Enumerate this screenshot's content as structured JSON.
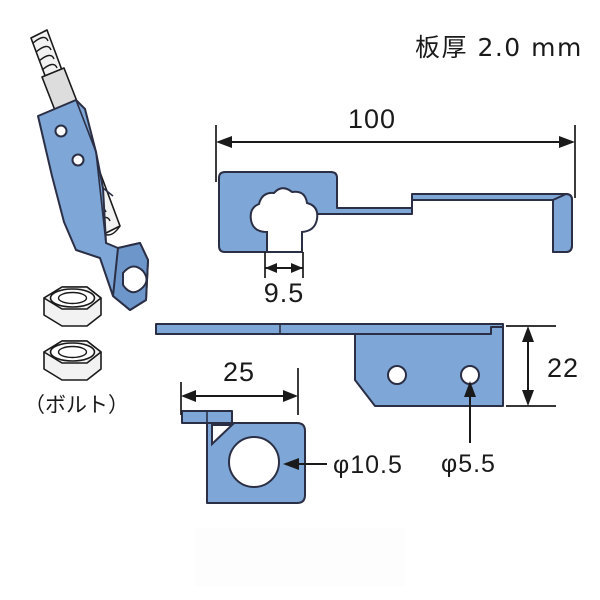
{
  "drawing": {
    "title_note": "板厚 2.0 mm",
    "note_label": "板厚",
    "note_value": "2.0",
    "note_unit": "mm",
    "background_color": "#ffffff",
    "part_color": "#7ea6d6",
    "outline_color": "#2b2f45",
    "metal_color": "#f2f2f2"
  },
  "dimensions": {
    "overall_length": "100",
    "slot_width": "9.5",
    "tab_length": "25",
    "height": "22",
    "large_hole": "φ10.5",
    "small_hole": "φ5.5"
  },
  "labels": {
    "bolt": "（ボルト）"
  },
  "views": {
    "isometric": {
      "name": "isometric-assembly",
      "components": [
        "bracket",
        "threaded-rod",
        "hex-nut",
        "hex-nut"
      ]
    },
    "top": {
      "name": "top-view",
      "features": [
        "keyhole-slot",
        "stepped-edge",
        "bent-flange"
      ]
    },
    "side": {
      "name": "side-view",
      "features": [
        "thin-strip",
        "angled-chamfer",
        "hole-small",
        "hole-small",
        "corner-notch"
      ]
    },
    "detail": {
      "name": "detail-view",
      "features": [
        "large-hole",
        "upper-tab"
      ]
    }
  },
  "hardware": {
    "nut_count": 2,
    "nut_name": "hex-nut"
  }
}
